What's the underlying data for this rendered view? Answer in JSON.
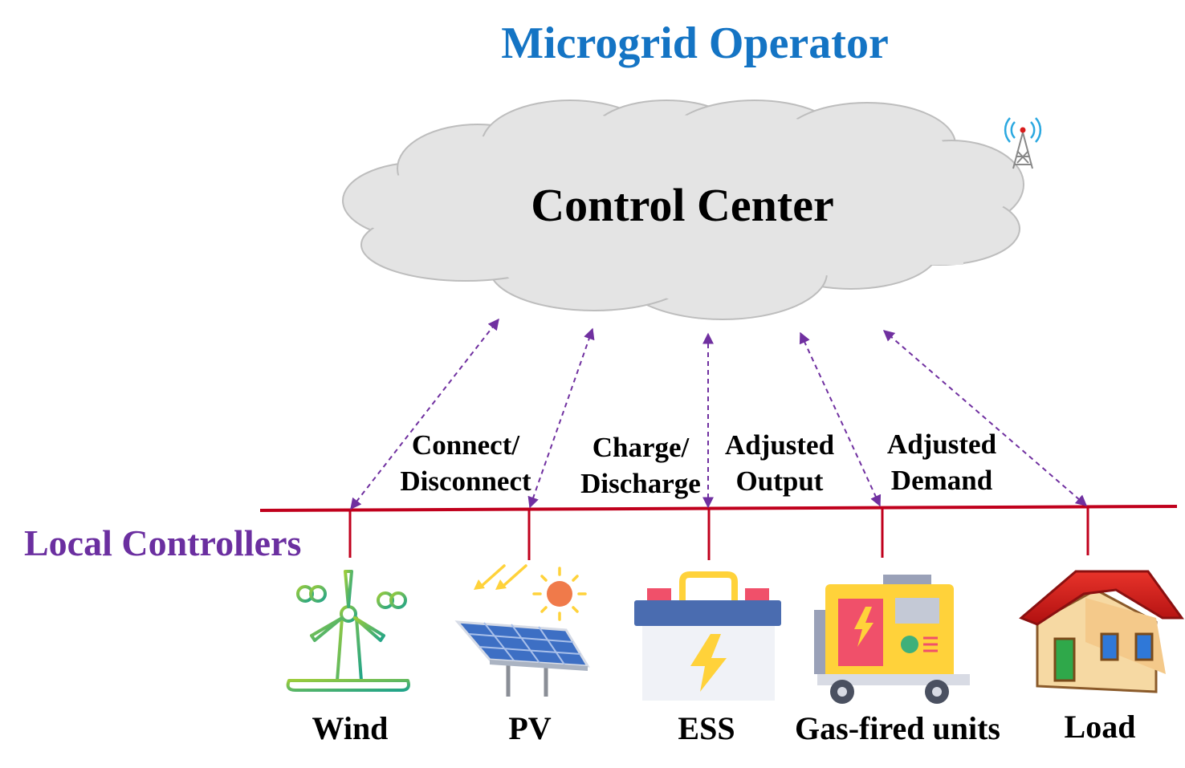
{
  "title": "Microgrid Operator",
  "control_center": "Control Center",
  "local_controllers": "Local Controllers",
  "signals": {
    "connect": [
      "Connect/",
      "Disconnect"
    ],
    "charge": [
      "Charge/",
      "Discharge"
    ],
    "output": [
      "Adjusted",
      "Output"
    ],
    "demand": [
      "Adjusted",
      "Demand"
    ]
  },
  "devices": [
    "Wind",
    "PV",
    "ESS",
    "Gas-fired units",
    "Load"
  ],
  "colors": {
    "title": "#1474c4",
    "local_controllers": "#6b2fa0",
    "bus_line": "#c0001c",
    "signal_arrows": "#7030a0",
    "cloud_fill": "#e4e4e4",
    "cloud_stroke": "#bdbdbd"
  },
  "icons": [
    "antenna-tower-icon",
    "wind-turbine-icon",
    "solar-panel-icon",
    "battery-icon",
    "generator-icon",
    "house-icon"
  ]
}
